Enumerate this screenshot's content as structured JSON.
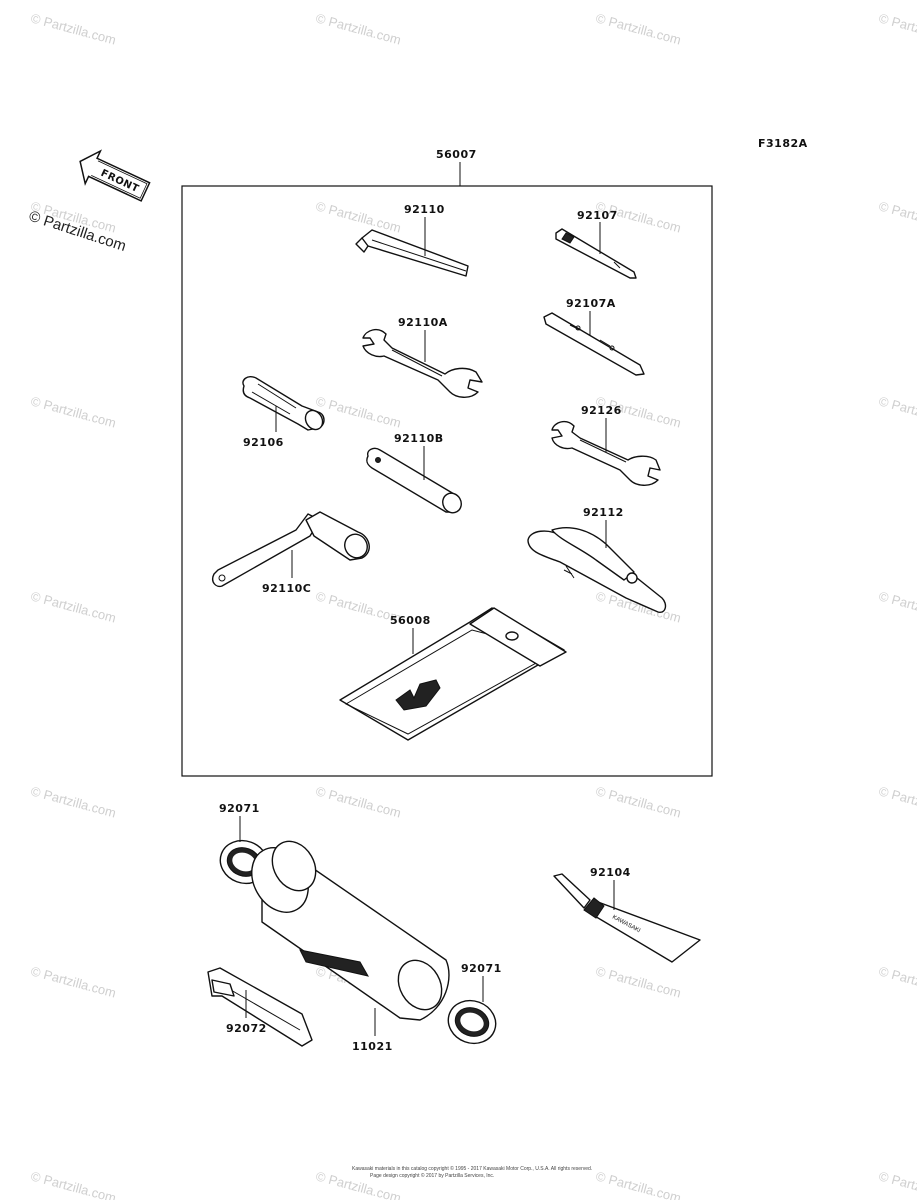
{
  "figure_code": "F3182A",
  "front_label": "FRONT",
  "watermark": "© Partzilla.com",
  "labels": {
    "p56007": "56007",
    "p92110": "92110",
    "p92107": "92107",
    "p92110A": "92110A",
    "p92107A": "92107A",
    "p92106": "92106",
    "p92126": "92126",
    "p92110B": "92110B",
    "p92112": "92112",
    "p92110C": "92110C",
    "p56008": "56008",
    "p92071a": "92071",
    "p92104": "92104",
    "p92071b": "92071",
    "p92072": "92072",
    "p11021": "11021"
  },
  "footer": {
    "line1": "Kawasaki materials in this catalog copyright © 1995 - 2017 Kawasaki Motor Corp., U.S.A. All rights reserved.",
    "line2": "Page design copyright © 2017 by Partzilla Services, Inc."
  }
}
